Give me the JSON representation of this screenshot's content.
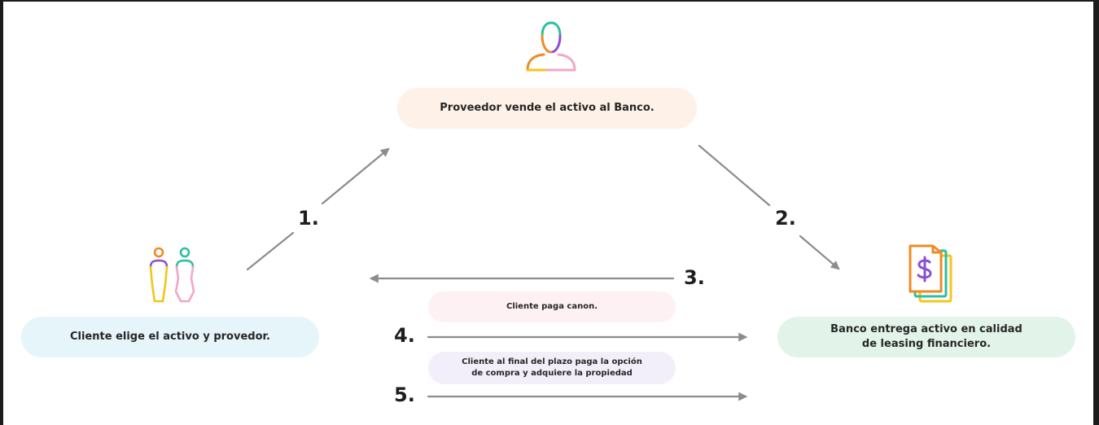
{
  "nodes": {
    "provider": {
      "label": "Proveedor vende el activo al Banco."
    },
    "client": {
      "label": "Cliente elige el activo y provedor."
    },
    "bank": {
      "label_line1": "Banco entrega activo en calidad",
      "label_line2": "de leasing financiero."
    }
  },
  "messages": {
    "canon": "Cliente paga canon.",
    "option_line1": "Cliente al final del plazo paga la opción",
    "option_line2": "de compra y adquiere la propiedad"
  },
  "steps": {
    "s1": "1.",
    "s2": "2.",
    "s3": "3.",
    "s4": "4.",
    "s5": "5."
  },
  "icons": {
    "provider": "person-icon",
    "client": "two-people-icon",
    "bank": "dollar-document-icon"
  },
  "colors": {
    "arrow": "#8c8c8c",
    "orange": "#f08a24",
    "teal": "#2bbfa3",
    "purple": "#8a4fd1",
    "yellow": "#f5c518",
    "pink": "#f2a7c8"
  }
}
